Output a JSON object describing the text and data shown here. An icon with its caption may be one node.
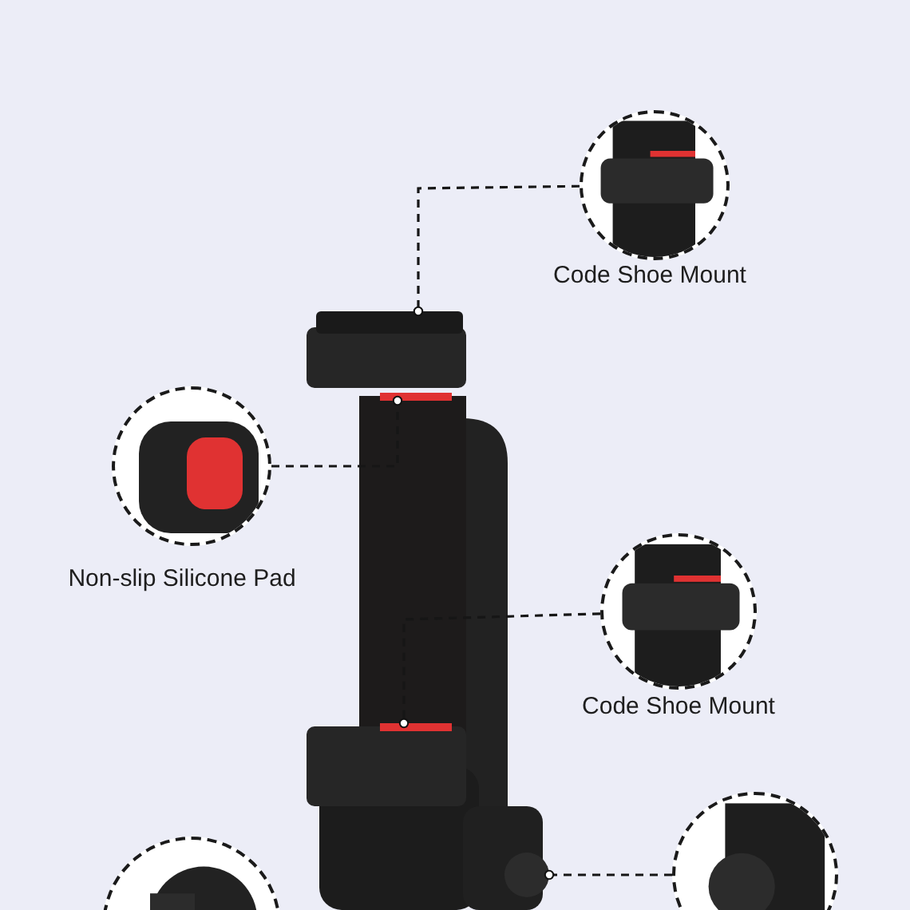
{
  "diagram": {
    "nodes": [
      {
        "text": [
          "Code Shoe Mount"
        ]
      },
      {
        "text": [
          "Non-slip Silicone Pad"
        ]
      },
      {
        "text": [
          "Code Shoe Mount"
        ]
      },
      {
        "text": [],
        "shape": "picture"
      },
      {
        "text": [],
        "shape": "picture"
      },
      {
        "text": [],
        "shape": "box"
      },
      {
        "text": [],
        "shape": "bar"
      },
      {
        "text": [],
        "shape": "bar"
      },
      {
        "text": [],
        "shape": "circle"
      }
    ],
    "edges": [
      {
        "from": 0,
        "to": 5,
        "arrow": "other"
      },
      {
        "from": 1,
        "to": 6,
        "arrow": "other"
      },
      {
        "from": 2,
        "to": 7,
        "arrow": "other"
      },
      {
        "from": 4,
        "to": 8,
        "arrow": "other"
      }
    ]
  }
}
